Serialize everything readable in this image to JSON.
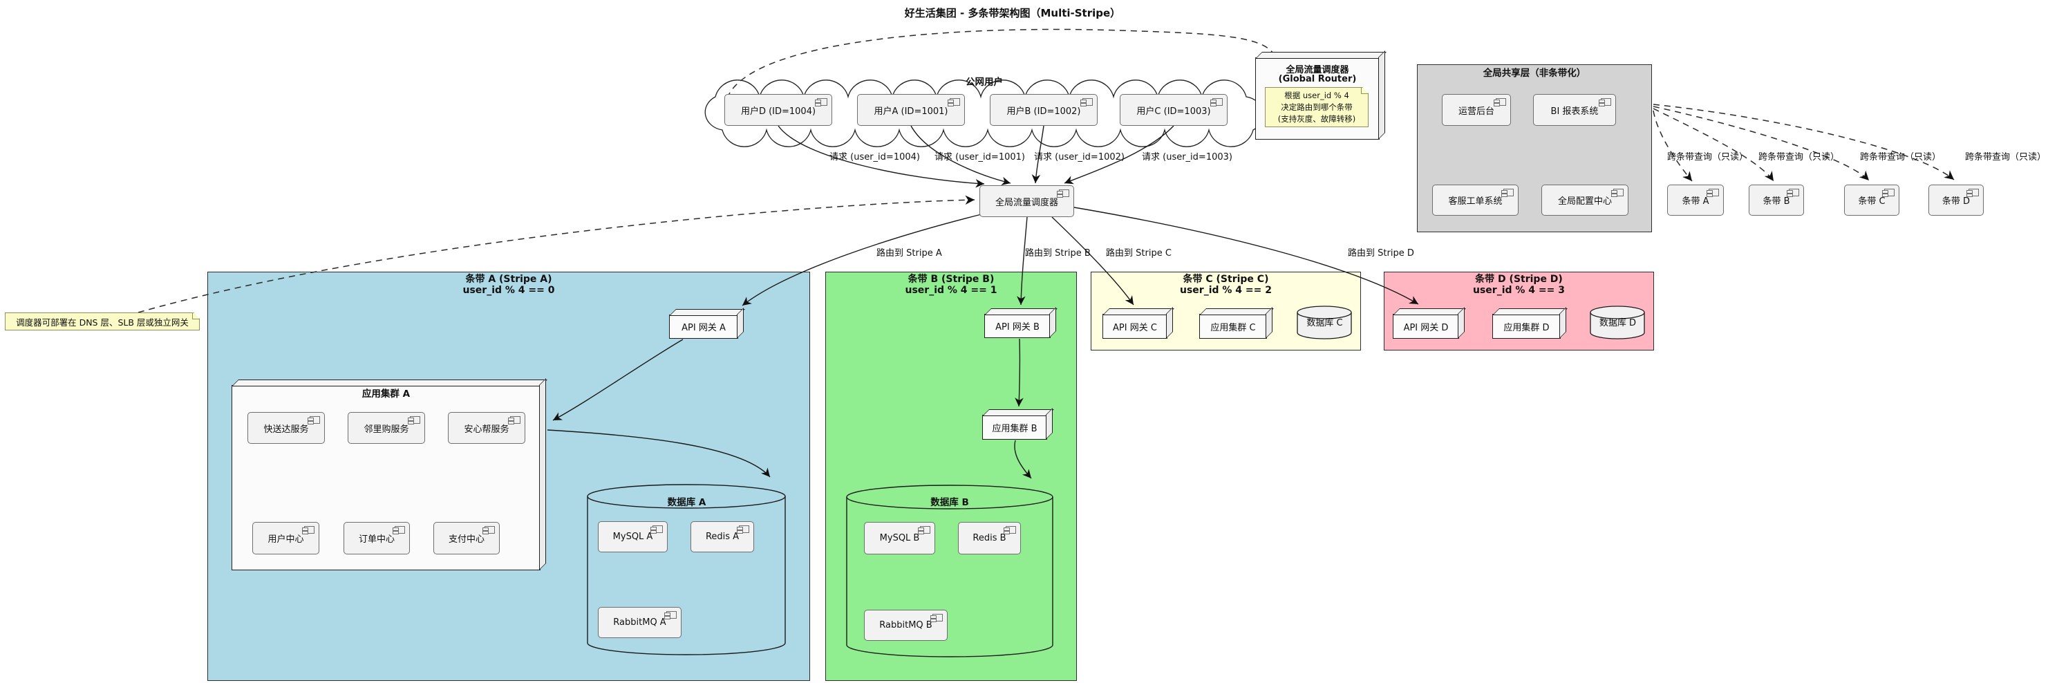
{
  "title": "好生活集团 - 多条带架构图（Multi-Stripe）",
  "colors": {
    "stripe_a": "#ADD8E6",
    "stripe_b": "#90EE90",
    "stripe_c": "#FFFFE0",
    "stripe_d": "#FFB6C1",
    "shared_layer": "#D3D3D3",
    "note": "#FBFBC8",
    "component": "#F2F2F2"
  },
  "cloud": {
    "label": "公网用户",
    "users": [
      "用户D (ID=1004)",
      "用户A (ID=1001)",
      "用户B (ID=1002)",
      "用户C (ID=1003)"
    ]
  },
  "requests": [
    "请求 (user_id=1004)",
    "请求 (user_id=1001)",
    "请求 (user_id=1002)",
    "请求 (user_id=1003)"
  ],
  "global_router_node": {
    "line1": "全局流量调度器",
    "line2": "(Global Router)",
    "note_lines": [
      "根据 user_id % 4",
      "决定路由到哪个条带",
      "(支持灰度、故障转移)"
    ]
  },
  "shared_layer": {
    "title": "全局共享层（非条带化）",
    "components": [
      "运营后台",
      "BI 报表系统",
      "客服工单系统",
      "全局配置中心"
    ]
  },
  "router_label": "全局流量调度器",
  "side_note": "调度器可部署在 DNS 层、SLB 层或独立网关",
  "routes": [
    "路由到 Stripe A",
    "路由到 Stripe B",
    "路由到 Stripe C",
    "路由到 Stripe D"
  ],
  "cross_queries": [
    "跨条带查询（只读）",
    "跨条带查询（只读）",
    "跨条带查询（只读）",
    "跨条带查询（只读）"
  ],
  "stripe_refs": [
    "条带 A",
    "条带 B",
    "条带 C",
    "条带 D"
  ],
  "stripes": {
    "a": {
      "title": "条带 A (Stripe A)",
      "rule": "user_id % 4 == 0",
      "gateway": "API 网关 A",
      "cluster_title": "应用集群 A",
      "services": [
        "快送达服务",
        "邻里购服务",
        "安心帮服务",
        "用户中心",
        "订单中心",
        "支付中心"
      ],
      "db_title": "数据库 A",
      "db_components": [
        "MySQL A",
        "Redis A",
        "RabbitMQ A"
      ]
    },
    "b": {
      "title": "条带 B (Stripe B)",
      "rule": "user_id % 4 == 1",
      "gateway": "API 网关 B",
      "cluster_title": "应用集群 B",
      "db_title": "数据库 B",
      "db_components": [
        "MySQL B",
        "Redis B",
        "RabbitMQ B"
      ]
    },
    "c": {
      "title": "条带 C (Stripe C)",
      "rule": "user_id % 4 == 2",
      "gateway": "API 网关 C",
      "cluster_title": "应用集群 C",
      "db_title": "数据库 C"
    },
    "d": {
      "title": "条带 D (Stripe D)",
      "rule": "user_id % 4 == 3",
      "gateway": "API 网关 D",
      "cluster_title": "应用集群 D",
      "db_title": "数据库 D"
    }
  }
}
